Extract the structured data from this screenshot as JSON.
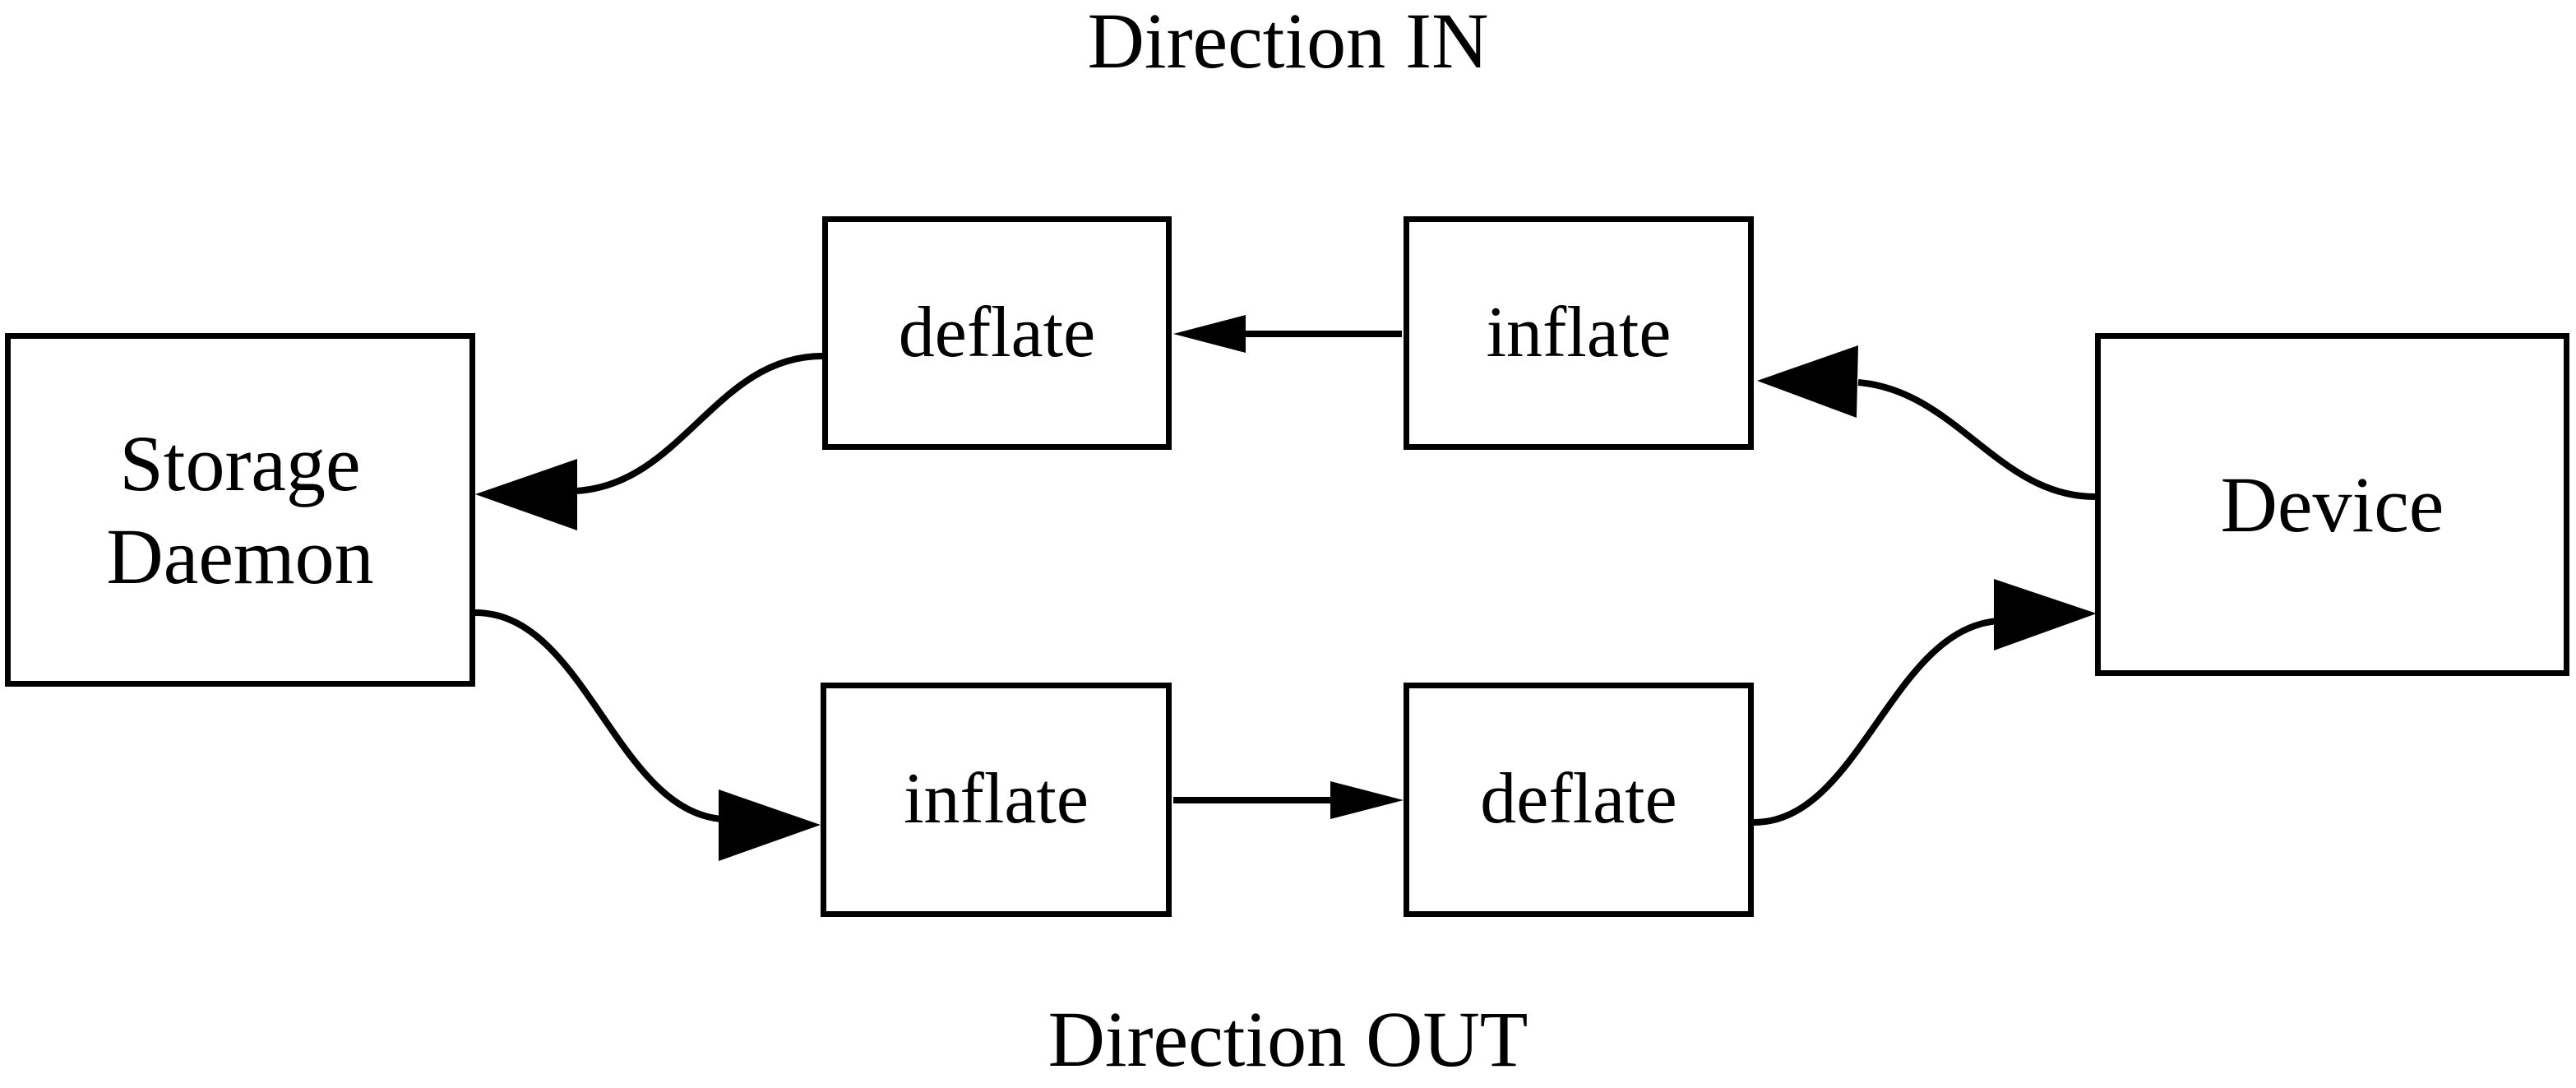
{
  "diagram": {
    "title_top": "Direction IN",
    "title_bottom": "Direction OUT",
    "background_color": "#ffffff",
    "stroke_color": "#000000",
    "nodes": [
      {
        "id": "storage-daemon",
        "label_line1": "Storage",
        "label_line2": "Daemon"
      },
      {
        "id": "deflate-in",
        "label": "deflate"
      },
      {
        "id": "inflate-in",
        "label": "inflate"
      },
      {
        "id": "inflate-out",
        "label": "inflate"
      },
      {
        "id": "deflate-out",
        "label": "deflate"
      },
      {
        "id": "device",
        "label": "Device"
      }
    ],
    "edges": [
      {
        "id": "device-to-inflate-in",
        "from": "device",
        "to": "inflate-in",
        "direction": "left",
        "style": "curved"
      },
      {
        "id": "inflate-in-to-deflate-in",
        "from": "inflate-in",
        "to": "deflate-in",
        "direction": "left",
        "style": "straight"
      },
      {
        "id": "deflate-in-to-storage",
        "from": "deflate-in",
        "to": "storage-daemon",
        "direction": "left",
        "style": "curved"
      },
      {
        "id": "storage-to-inflate-out",
        "from": "storage-daemon",
        "to": "inflate-out",
        "direction": "right",
        "style": "curved"
      },
      {
        "id": "inflate-out-to-deflate-out",
        "from": "inflate-out",
        "to": "deflate-out",
        "direction": "right",
        "style": "straight"
      },
      {
        "id": "deflate-out-to-device",
        "from": "deflate-out",
        "to": "device",
        "direction": "right",
        "style": "curved"
      }
    ]
  }
}
